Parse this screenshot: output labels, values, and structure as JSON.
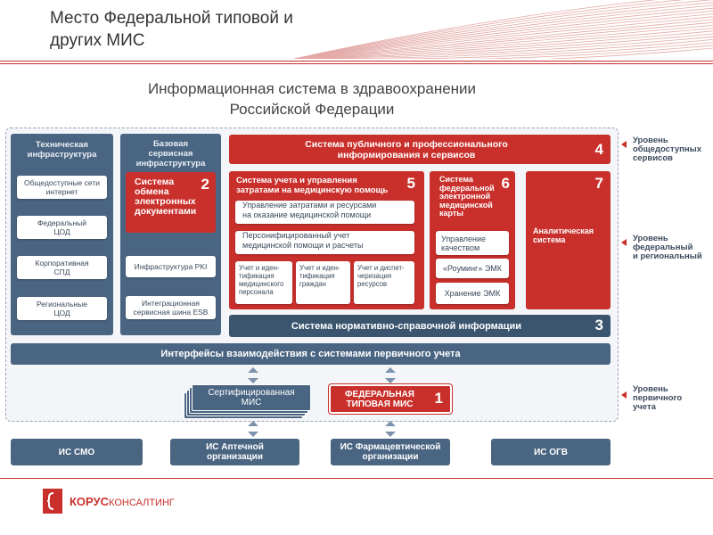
{
  "slide_title": [
    "Место Федеральной типовой и",
    "других МИС"
  ],
  "main_title": [
    "Информационная система в здравоохранении",
    "Российской Федерации"
  ],
  "technical": {
    "title": [
      "Техническая",
      "инфраструктура"
    ],
    "items": [
      "Общедоступные сети интернет",
      "Федеральный ЦОД",
      "Корпоративная СПД",
      "Региональные ЦОД"
    ]
  },
  "base": {
    "title": [
      "Базовая",
      "сервисная",
      "инфраструктура"
    ],
    "doc_system": {
      "label": [
        "Система",
        "обмена",
        "электронных",
        "документами"
      ],
      "number": "2"
    },
    "pki": "Инфраструктура PKI",
    "esb": [
      "Интеграционная",
      "сервисная шина ESB"
    ]
  },
  "public_system": {
    "label": [
      "Система публичного и профессионального",
      "информирования и сервисов"
    ],
    "number": "4"
  },
  "cost_system": {
    "label": [
      "Система учета и управления",
      "затратами на медицинскую помощь"
    ],
    "number": "5",
    "item1": [
      "Управление затратами и ресурсами",
      "на оказание медицинской помощи"
    ],
    "item2": [
      "Персонифицированный учет",
      "медицинской помощи и расчеты"
    ],
    "sub": [
      [
        "Учет и иден-",
        "тификация",
        "медицинского",
        "персонала"
      ],
      [
        "Учет и иден-",
        "тификация",
        "граждан"
      ],
      [
        "Учет и диспет-",
        "черизация",
        "ресурсов"
      ]
    ]
  },
  "emk_system": {
    "label": [
      "Система",
      "федеральной",
      "электронной",
      "медицинской",
      "карты"
    ],
    "number": "6",
    "items": [
      [
        "Управление",
        "качеством"
      ],
      [
        "«Роуминг» ЭМК"
      ],
      [
        "Хранение ЭМК"
      ]
    ]
  },
  "analytic": {
    "label": [
      "Аналитическая",
      "система"
    ],
    "number": "7"
  },
  "nsi": {
    "label": "Система нормативно-справочной информации",
    "number": "3"
  },
  "interfaces": "Интерфейсы взаимодействия с системами первичного учета",
  "certified_mis": [
    "Сертифицированная",
    "МИС"
  ],
  "federal_mis": {
    "label": [
      "ФЕДЕРАЛЬНАЯ",
      "ТИПОВАЯ МИС"
    ],
    "number": "1"
  },
  "levels": [
    [
      "Уровень",
      "общедоступных",
      "сервисов"
    ],
    [
      "Уровень",
      "федеральный",
      "и региональный"
    ],
    [
      "Уровень",
      "первичного",
      "учета"
    ]
  ],
  "bottom": [
    [
      "ИС СМО"
    ],
    [
      "ИС Аптечной",
      "организации"
    ],
    [
      "ИС Фармацевтической",
      "организации"
    ],
    [
      "ИС ОГВ"
    ]
  ],
  "logo": {
    "text_bold": "КОРУС",
    "text_light": "КОНСАЛТИНГ"
  },
  "colors": {
    "red": "#c9302c",
    "blue": "#4a6582",
    "dark_blue": "#3b556f"
  }
}
